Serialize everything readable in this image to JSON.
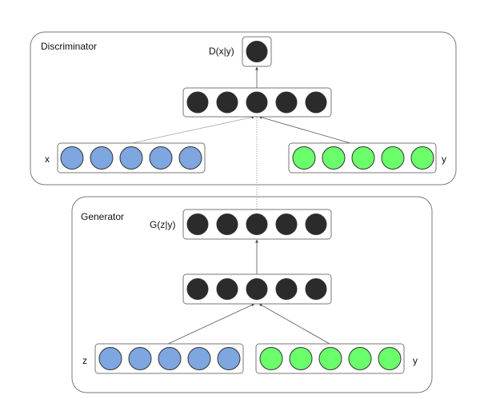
{
  "discriminator": {
    "title": "Discriminator",
    "output_label": "D(x|y)",
    "input_x_label": "x",
    "input_y_label": "y"
  },
  "generator": {
    "title": "Generator",
    "output_label": "G(z|y)",
    "input_z_label": "z",
    "input_y_label": "y"
  },
  "colors": {
    "dark_node": "#2b2b2b",
    "blue_node": "#7ea6e0",
    "green_node": "#6cff6c",
    "panel_border": "#7a7a7a"
  }
}
